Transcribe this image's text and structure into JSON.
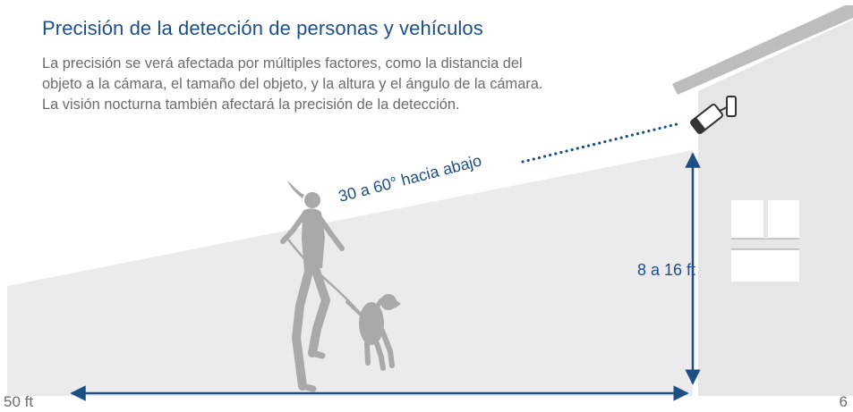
{
  "page": {
    "title": "Precisión de la detección de personas y vehículos",
    "body": "La precisión se verá afectada por múltiples factores, como la distancia del objeto a la cámara, el tamaño del objeto, y la altura y el ángulo de la cámara. La visión nocturna también afectará la precisión de la detección.",
    "page_number": "6"
  },
  "diagram": {
    "angle_label": "30 a 60° hacia abajo",
    "height_label": "8 a 16 ft",
    "distance_label": "50 ft"
  },
  "colors": {
    "title": "#1c4f86",
    "body_text": "#6b6b6b",
    "arrow": "#1c4f86",
    "wall": "#e6e6e7",
    "roof": "#bdbdbe",
    "ground": "#ebebed",
    "silhouette": "#a9a9ab",
    "window": "#ffffff"
  }
}
